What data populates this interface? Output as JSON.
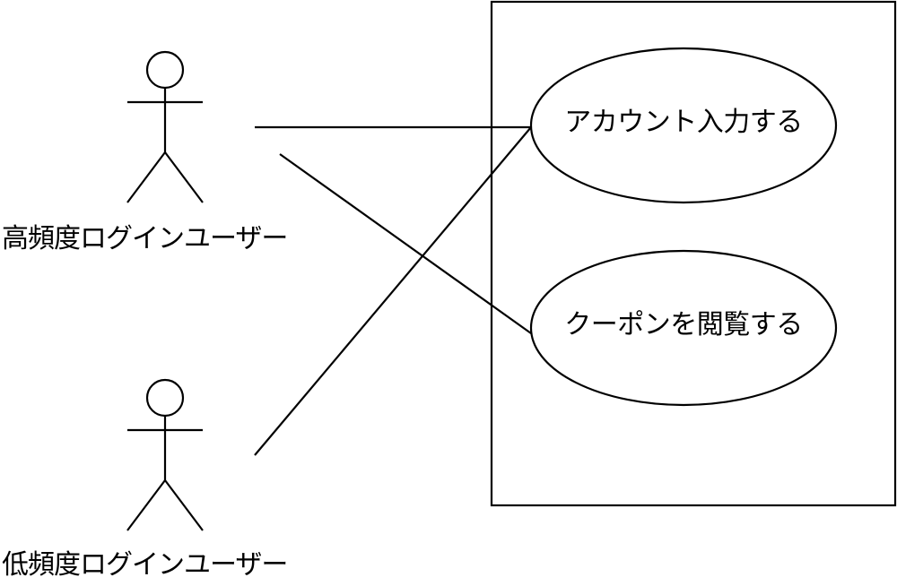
{
  "actors": [
    {
      "id": "high",
      "label": "高頻度ログインユーザー"
    },
    {
      "id": "low",
      "label": "低頻度ログインユーザー"
    }
  ],
  "use_cases": [
    {
      "id": "account",
      "label": "アカウント入力する"
    },
    {
      "id": "coupon",
      "label": "クーポンを閲覧する"
    }
  ],
  "associations": [
    {
      "from": "high",
      "to": "account"
    },
    {
      "from": "high",
      "to": "coupon"
    },
    {
      "from": "low",
      "to": "account"
    }
  ]
}
